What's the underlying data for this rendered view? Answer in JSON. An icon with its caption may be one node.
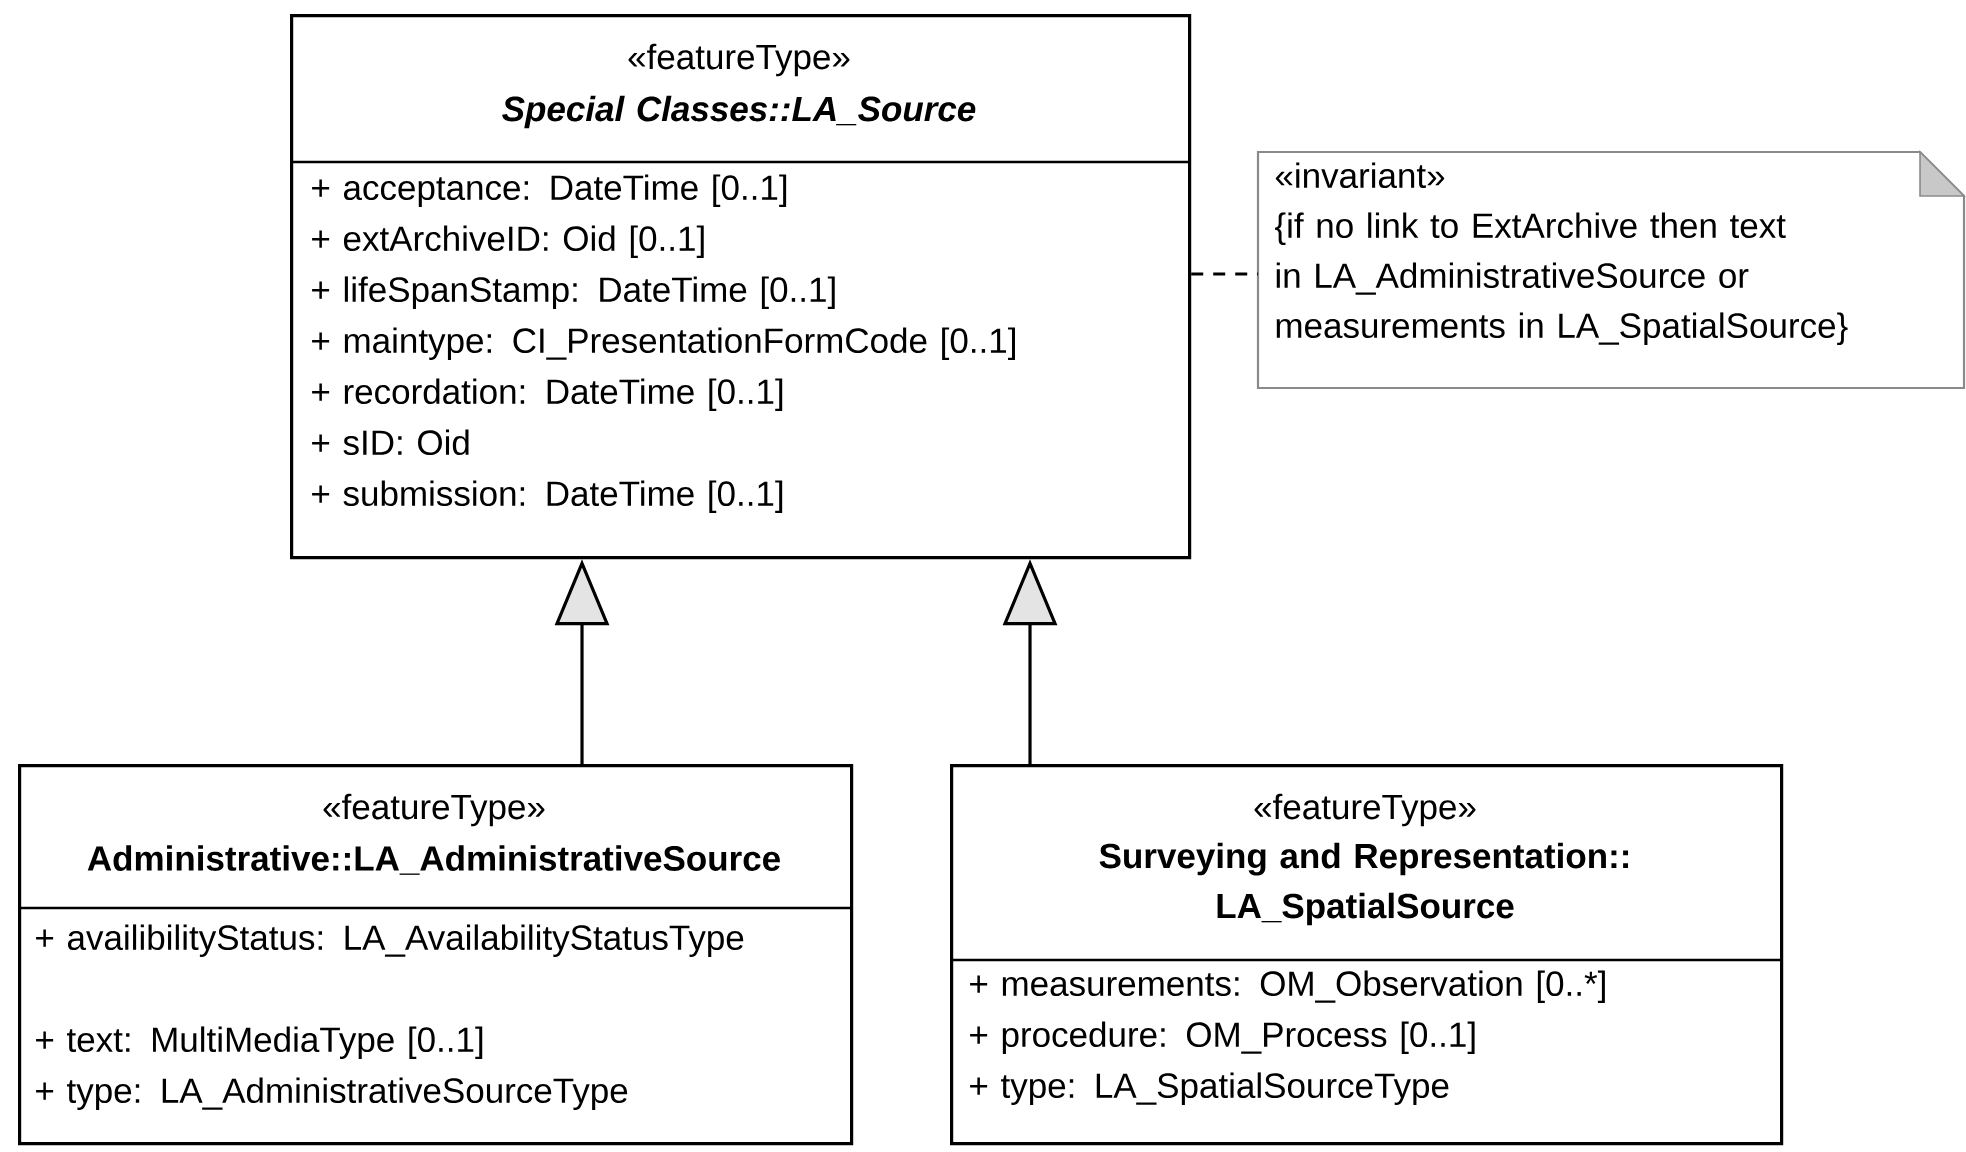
{
  "diagram": {
    "nodes": [
      {
        "text": [
          "«featureType»",
          "Special Classes::LA_Source",
          "+ acceptance: DateTime [0..1]",
          "+ extArchiveID: Oid [0..1]",
          "+ lifeSpanStamp: DateTime [0..1]",
          "+ maintype: CI_PresentationFormCode [0..1]",
          "+ recordation: DateTime [0..1]",
          "+ sID: Oid",
          "+ submission: DateTime [0..1]"
        ]
      },
      {
        "text": [
          "«invariant»",
          "{if no link to ExtArchive then text in LA_AdministrativeSource or measurements in LA_SpatialSource}"
        ]
      },
      {
        "text": [
          "«featureType»",
          "Administrative::LA_AdministrativeSource",
          "+ availibilityStatus: LA_AvailabilityStatusType",
          "+ text: MultiMediaType [0..1]",
          "+ type: LA_AdministrativeSourceType"
        ]
      },
      {
        "text": [
          "«featureType»",
          "Surveying and Representation:: LA_SpatialSource",
          "+ measurements: OM_Observation [0..*]",
          "+ procedure: OM_Process [0..1]",
          "+ type: LA_SpatialSourceType"
        ]
      }
    ],
    "edges": [
      {
        "from": 2,
        "to": 0,
        "arrow": "to"
      },
      {
        "from": 3,
        "to": 0,
        "arrow": "to"
      },
      {
        "from": 0,
        "to": 1,
        "arrow": "none",
        "style": "dashed"
      }
    ]
  }
}
